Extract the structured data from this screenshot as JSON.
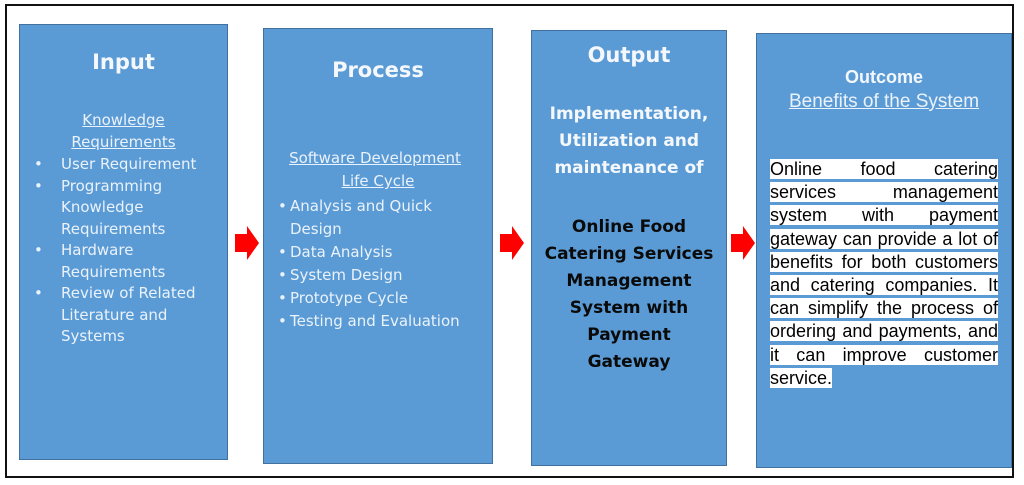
{
  "diagram": {
    "colors": {
      "box_fill": "#5b9bd5",
      "box_border": "#41719c",
      "box_text": "#eaf2fb",
      "arrow": "#ff0000",
      "frame_border": "#111111",
      "highlight_bg": "#ffffff"
    },
    "input": {
      "title": "Input",
      "subtitle_line1": "Knowledge",
      "subtitle_line2": "Requirements",
      "items": [
        {
          "lines": [
            "User Requirement"
          ]
        },
        {
          "lines": [
            "Programming",
            "Knowledge",
            "Requirements"
          ]
        },
        {
          "lines": [
            "Hardware",
            "Requirements"
          ]
        },
        {
          "lines": [
            "Review of Related",
            "Literature and",
            "Systems"
          ]
        }
      ],
      "bullet": "•"
    },
    "process": {
      "title": "Process",
      "subtitle_line1": "Software Development",
      "subtitle_line2": "Life Cycle",
      "items": [
        {
          "lines": [
            "Analysis and Quick",
            "Design"
          ]
        },
        {
          "lines": [
            "Data Analysis"
          ]
        },
        {
          "lines": [
            "System Design"
          ]
        },
        {
          "lines": [
            "Prototype Cycle"
          ]
        },
        {
          "lines": [
            "Testing and Evaluation"
          ]
        }
      ],
      "bullet": "•"
    },
    "output": {
      "title": "Output",
      "intro_lines": [
        "Implementation,",
        "Utilization and",
        "maintenance of"
      ],
      "system_lines": [
        "Online Food",
        "Catering Services",
        "Management",
        "System with",
        "Payment",
        "Gateway"
      ]
    },
    "outcome": {
      "title": "Outcome",
      "subtitle": "Benefits of the System",
      "body": "Online food catering services management system with payment gateway can provide a lot of benefits for both customers and catering companies. It can simplify the process of ordering and payments, and it can improve customer service."
    },
    "arrows": [
      {
        "from": "input",
        "to": "process",
        "icon": "right-arrow-icon"
      },
      {
        "from": "process",
        "to": "output",
        "icon": "right-arrow-icon"
      },
      {
        "from": "output",
        "to": "outcome",
        "icon": "right-arrow-icon"
      }
    ]
  }
}
